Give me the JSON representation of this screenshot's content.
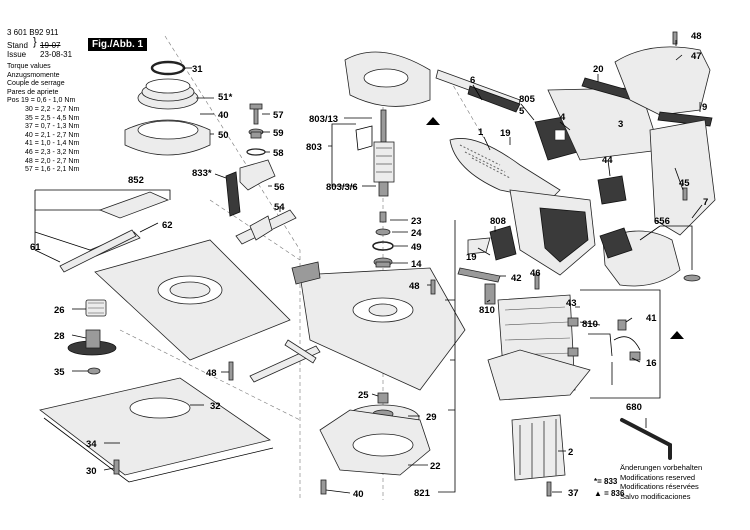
{
  "header": {
    "doc_number": "3 601 B92 911",
    "stand_label": "Stand",
    "issue_label": "Issue",
    "stand_value": "19-07",
    "issue_value": "23-08-31",
    "figure_label": "Fig./Abb. 1"
  },
  "torque": {
    "titles": [
      "Torque values",
      "Anzugsmomente",
      "Couple de serrage",
      "Pares de apriete"
    ],
    "rows": [
      "Pos 19 = 0,6 - 1,0 Nm",
      "30 = 2,2 - 2,7 Nm",
      "35 = 2,5 - 4,5 Nm",
      "37 = 0,7 - 1,3 Nm",
      "40 = 2,1 - 2,7 Nm",
      "41 = 1,0 - 1,4 Nm",
      "46 = 2,3 - 3,2 Nm",
      "48 = 2,0 - 2,7 Nm",
      "57 = 1,6 - 2,1 Nm"
    ]
  },
  "legend": {
    "star": "*= 833",
    "triangle": "= 836"
  },
  "notes": [
    "Änderungen vorbehalten",
    "Modifications reserved",
    "Modifications réservées",
    "Salvo modificaciones"
  ],
  "labels": {
    "l31": "31",
    "l51": "51*",
    "l40a": "40",
    "l50": "50",
    "l57": "57",
    "l59": "59",
    "l58": "58",
    "l833": "833*",
    "l56": "56",
    "l54": "54",
    "l852": "852",
    "l62": "62",
    "l61": "61",
    "l26": "26",
    "l28": "28",
    "l35": "35",
    "l48a": "48",
    "l32": "32",
    "l34": "34",
    "l30": "30",
    "l803_13": "803/13",
    "l803": "803",
    "l803_36": "803/3/6",
    "l23": "23",
    "l24": "24",
    "l49": "49",
    "l14": "14",
    "l48b": "48",
    "l25": "25",
    "l29": "29",
    "l22": "22",
    "l40b": "40",
    "l821": "821",
    "l6": "6",
    "l1": "1",
    "l805": "805",
    "l5": "5",
    "l19a": "19",
    "l4": "4",
    "l20": "20",
    "l3": "3",
    "l48c": "48",
    "l47": "47",
    "l9": "9",
    "l44": "44",
    "l45": "45",
    "l7": "7",
    "l656": "656",
    "l808": "808",
    "l19b": "19",
    "l42": "42",
    "l46": "46",
    "l810a": "810",
    "l43": "43",
    "l810b": "810",
    "l41": "41",
    "l16": "16",
    "l680": "680",
    "l2": "2",
    "l37": "37"
  }
}
